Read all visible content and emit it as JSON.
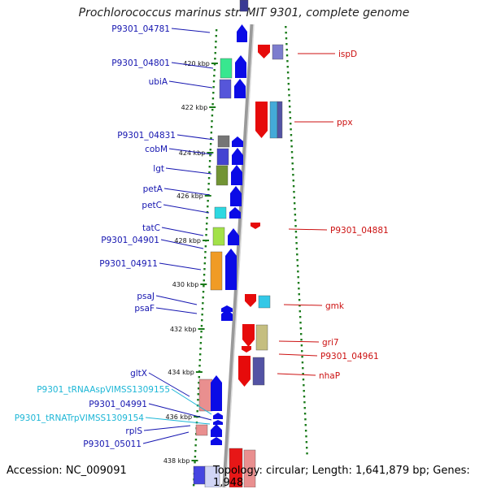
{
  "title": "Prochlorococcus marinus str. MIT 9301, complete genome",
  "footer": {
    "accession": "Accession: NC_009091",
    "topology": "Topology: circular; Length: 1,641,879 bp; Genes: 1,948"
  },
  "colors": {
    "forward": "#0b0be6",
    "reverse": "#e60b0b",
    "forward_label": "#1515b0",
    "reverse_label": "#cc1111",
    "trna_label": "#1cb6d6",
    "tick_dots": "#1a7a1a",
    "backbone": "#9a9a9a"
  },
  "ticks": [
    "420 kbp",
    "422 kbp",
    "424 kbp",
    "426 kbp",
    "428 kbp",
    "430 kbp",
    "432 kbp",
    "434 kbp",
    "436 kbp",
    "438 kbp"
  ],
  "left_labels": [
    {
      "name": "P9301_04781",
      "kind": "gene"
    },
    {
      "name": "P9301_04801",
      "kind": "gene"
    },
    {
      "name": "ubiA",
      "kind": "gene"
    },
    {
      "name": "P9301_04831",
      "kind": "gene"
    },
    {
      "name": "cobM",
      "kind": "gene"
    },
    {
      "name": "lgt",
      "kind": "gene"
    },
    {
      "name": "petA",
      "kind": "gene"
    },
    {
      "name": "petC",
      "kind": "gene"
    },
    {
      "name": "tatC",
      "kind": "gene"
    },
    {
      "name": "P9301_04901",
      "kind": "gene"
    },
    {
      "name": "P9301_04911",
      "kind": "gene"
    },
    {
      "name": "psaJ",
      "kind": "gene"
    },
    {
      "name": "psaF",
      "kind": "gene"
    },
    {
      "name": "gltX",
      "kind": "gene"
    },
    {
      "name": "P9301_tRNAAspVIMSS1309155",
      "kind": "trna"
    },
    {
      "name": "P9301_04991",
      "kind": "gene"
    },
    {
      "name": "P9301_tRNATrpVIMSS1309154",
      "kind": "trna"
    },
    {
      "name": "rplS",
      "kind": "gene"
    },
    {
      "name": "P9301_05011",
      "kind": "gene"
    }
  ],
  "right_labels": [
    {
      "name": "ispD"
    },
    {
      "name": "ppx"
    },
    {
      "name": "P9301_04881"
    },
    {
      "name": "gmk"
    },
    {
      "name": "gri7"
    },
    {
      "name": "P9301_04961"
    },
    {
      "name": "nhaP"
    }
  ],
  "feature_colors": {
    "P9301_04781": "#2f2f8f",
    "P9301_04801": "#2ee68a",
    "ubiA": "#4d4dd9",
    "P9301_04831": "#6f6f6f",
    "cobM": "#3a3ad0",
    "lgt": "#6b8f2a",
    "petC": "#22d6e0",
    "tatC": "#9ee040",
    "P9301_04911": "#f0961a",
    "gmk": "#29c6e6",
    "gri7": "#c2bb7a",
    "nhaP": "#4a4aa0",
    "ispD": "#7777cc",
    "ppx": "#3aa6d6",
    "gltX": "#e88a8a",
    "rplS": "#e88a8a"
  }
}
